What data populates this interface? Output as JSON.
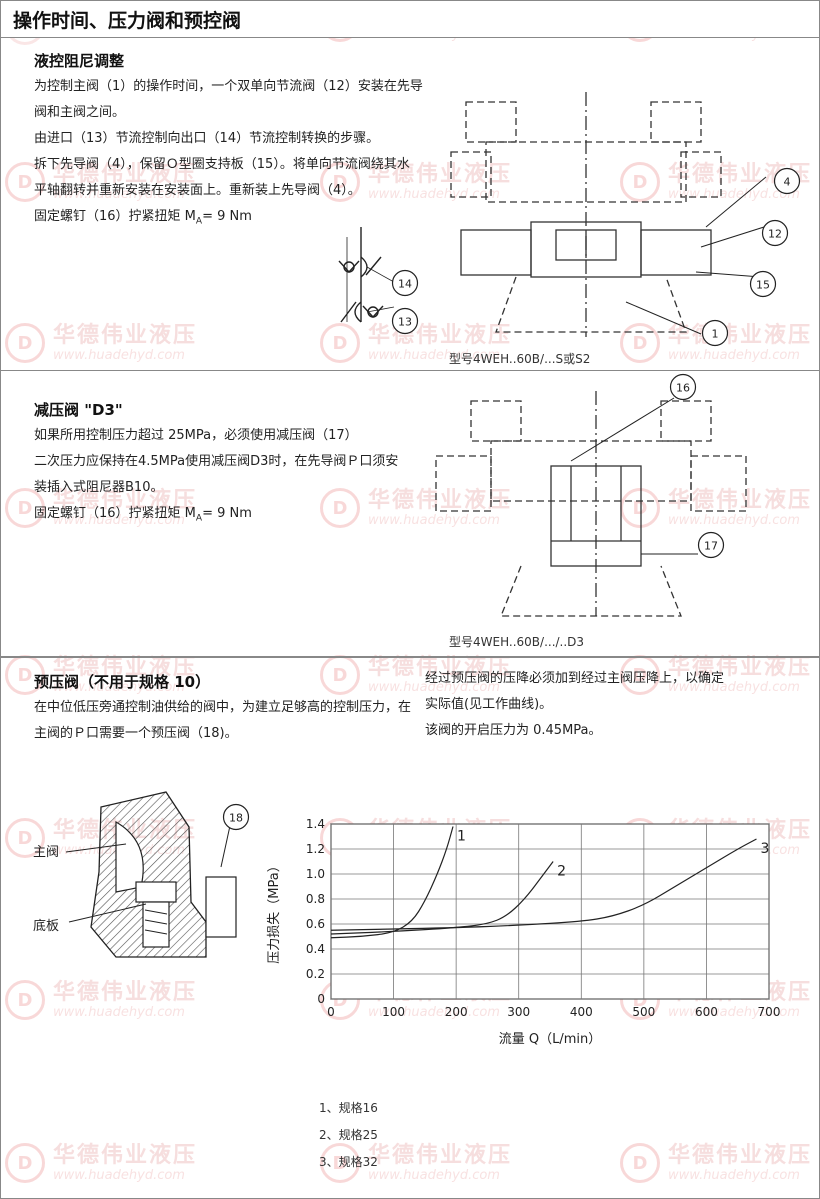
{
  "header": {
    "title": "操作时间、压力阀和预控阀"
  },
  "watermark": {
    "brand": "华德伟业液压",
    "url": "www.huadehyd.com",
    "logo": "D"
  },
  "section1": {
    "title": "液控阻尼调整",
    "lines": [
      "为控制主阀（1）的操作时间，一个双单向节流阀（12）安装在先导",
      "阀和主阀之间。",
      "由进口（13）节流控制向出口（14）节流控制转换的步骤。",
      "拆下先导阀（4），保留Ｏ型圈支持板（15）。将单向节流阀绕其水",
      "平轴翻转并重新安装在安装面上。重新装上先导阀（4）。",
      "固定螺钉（16）拧紧扭矩 M",
      "A",
      "= 9 Nm"
    ],
    "symbol_labels": [
      "14",
      "13"
    ],
    "drawing_labels": [
      "4",
      "12",
      "15",
      "1"
    ],
    "caption": "型号4WEH..60B/...S或S2"
  },
  "section2": {
    "title": "减压阀 \"D3\"",
    "lines": [
      "如果所用控制压力超过 25MPa，必须使用减压阀（17）",
      "二次压力应保持在4.5MPa使用减压阀D3时，在先导阀Ｐ口须安",
      "装插入式阻尼器B10。",
      "固定螺钉（16）拧紧扭矩 M",
      "A",
      "= 9 Nm"
    ],
    "drawing_labels": [
      "16",
      "17"
    ],
    "caption": "型号4WEH..60B/.../..D3"
  },
  "section3": {
    "title": "预压阀（不用于规格 10）",
    "left_lines": [
      "在中位低压旁通控制油供给的阀中，为建立足够高的控制压力，在",
      "主阀的Ｐ口需要一个预压阀（18)。"
    ],
    "right_lines": [
      "经过预压阀的压降必须加到经过主阀压降上，以确定",
      "实际值(见工作曲线)。",
      "该阀的开启压力为 0.45MPa。"
    ],
    "section_labels": {
      "main": "主阀",
      "base": "底板",
      "part": "18"
    },
    "legend": [
      "1、规格16",
      "2、规格25",
      "3、规格32"
    ]
  },
  "chart_data": {
    "type": "line",
    "title": "",
    "xlabel": "流量 Q（L/min）",
    "ylabel": "压力损失（MPa）",
    "xlim": [
      0,
      700
    ],
    "ylim": [
      0,
      1.4
    ],
    "xticks": [
      "0",
      "100",
      "200",
      "300",
      "400",
      "500",
      "600",
      "700"
    ],
    "yticks": [
      "0",
      "0.2",
      "0.4",
      "0.6",
      "0.8",
      "1.0",
      "1.2",
      "1.4"
    ],
    "grid": true,
    "series": [
      {
        "name": "1",
        "x": [
          0,
          50,
          100,
          130,
          150,
          170,
          185,
          195
        ],
        "y": [
          0.49,
          0.5,
          0.53,
          0.62,
          0.78,
          1.0,
          1.2,
          1.38
        ]
      },
      {
        "name": "2",
        "x": [
          0,
          100,
          200,
          250,
          280,
          310,
          340,
          355
        ],
        "y": [
          0.52,
          0.54,
          0.57,
          0.6,
          0.66,
          0.8,
          1.0,
          1.1
        ]
      },
      {
        "name": "3",
        "x": [
          0,
          200,
          300,
          400,
          450,
          500,
          550,
          600,
          650,
          680
        ],
        "y": [
          0.55,
          0.57,
          0.59,
          0.62,
          0.66,
          0.75,
          0.9,
          1.05,
          1.2,
          1.28
        ]
      }
    ]
  },
  "colors": {
    "accent": "#222222",
    "watermark": "#f0c4c4",
    "border": "#888888"
  }
}
